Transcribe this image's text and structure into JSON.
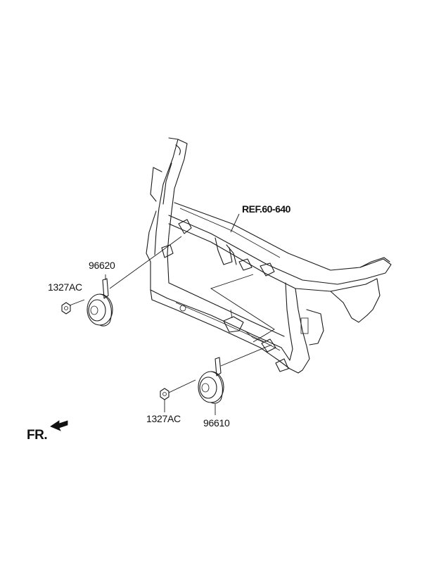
{
  "labels": {
    "ref": "REF.60-640",
    "horn_upper": "96620",
    "nut_upper": "1327AC",
    "nut_lower": "1327AC",
    "horn_lower": "96610",
    "front": "FR."
  }
}
